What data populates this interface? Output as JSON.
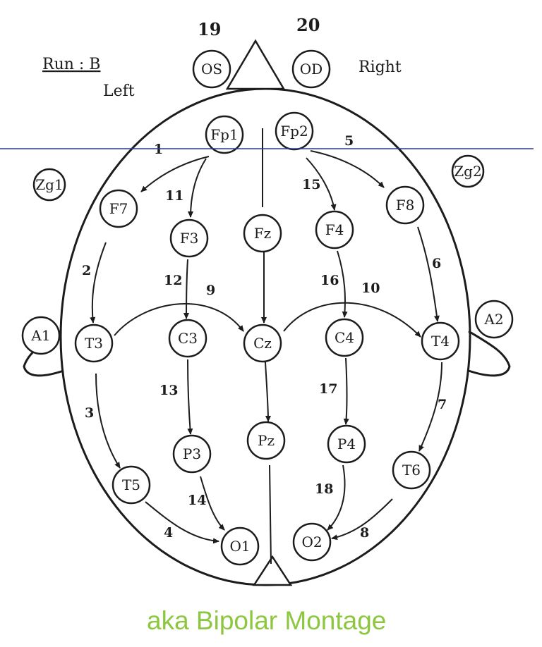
{
  "header": {
    "run_label": "Run : B",
    "left_label": "Left",
    "right_label": "Right",
    "left_eye_number": "19",
    "right_eye_number": "20"
  },
  "caption": "aka Bipolar Montage",
  "colors": {
    "ink": "#1c1c1c",
    "caption": "#8dc63f",
    "guide_line": "#2b3a8f"
  },
  "electrodes": [
    {
      "id": "OS",
      "label": "OS"
    },
    {
      "id": "OD",
      "label": "OD"
    },
    {
      "id": "Zg1",
      "label": "Zg1"
    },
    {
      "id": "Zg2",
      "label": "Zg2"
    },
    {
      "id": "Fp1",
      "label": "Fp1"
    },
    {
      "id": "Fp2",
      "label": "Fp2"
    },
    {
      "id": "F7",
      "label": "F7"
    },
    {
      "id": "F3",
      "label": "F3"
    },
    {
      "id": "Fz",
      "label": "Fz"
    },
    {
      "id": "F4",
      "label": "F4"
    },
    {
      "id": "F8",
      "label": "F8"
    },
    {
      "id": "A1",
      "label": "A1"
    },
    {
      "id": "T3",
      "label": "T3"
    },
    {
      "id": "C3",
      "label": "C3"
    },
    {
      "id": "Cz",
      "label": "Cz"
    },
    {
      "id": "C4",
      "label": "C4"
    },
    {
      "id": "T4",
      "label": "T4"
    },
    {
      "id": "A2",
      "label": "A2"
    },
    {
      "id": "P3",
      "label": "P3"
    },
    {
      "id": "Pz",
      "label": "Pz"
    },
    {
      "id": "P4",
      "label": "P4"
    },
    {
      "id": "T5",
      "label": "T5"
    },
    {
      "id": "T6",
      "label": "T6"
    },
    {
      "id": "O1",
      "label": "O1"
    },
    {
      "id": "O2",
      "label": "O2"
    }
  ],
  "channels": [
    {
      "number": "1",
      "from": "Fp1",
      "to": "F7"
    },
    {
      "number": "2",
      "from": "F7",
      "to": "T3"
    },
    {
      "number": "3",
      "from": "T3",
      "to": "T5"
    },
    {
      "number": "4",
      "from": "T5",
      "to": "O1"
    },
    {
      "number": "5",
      "from": "Fp2",
      "to": "F8"
    },
    {
      "number": "6",
      "from": "F8",
      "to": "T4"
    },
    {
      "number": "7",
      "from": "T4",
      "to": "T6"
    },
    {
      "number": "8",
      "from": "T6",
      "to": "O2"
    },
    {
      "number": "9",
      "from": "T3",
      "to": "Cz"
    },
    {
      "number": "10",
      "from": "Cz",
      "to": "T4"
    },
    {
      "number": "11",
      "from": "Fp1",
      "to": "F3"
    },
    {
      "number": "12",
      "from": "F3",
      "to": "C3"
    },
    {
      "number": "13",
      "from": "C3",
      "to": "P3"
    },
    {
      "number": "14",
      "from": "P3",
      "to": "O1"
    },
    {
      "number": "15",
      "from": "Fp2",
      "to": "F4"
    },
    {
      "number": "16",
      "from": "F4",
      "to": "C4"
    },
    {
      "number": "17",
      "from": "C4",
      "to": "P4"
    },
    {
      "number": "18",
      "from": "P4",
      "to": "O2"
    }
  ]
}
